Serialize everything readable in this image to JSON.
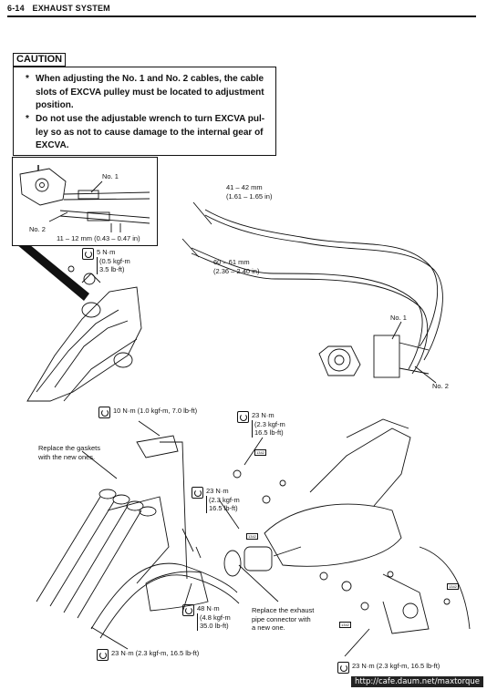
{
  "header": {
    "page_number": "6-14",
    "section_title": "EXHAUST SYSTEM"
  },
  "caution": {
    "label": "CAUTION",
    "bullets": [
      "When adjusting the No. 1 and No. 2 cables, the cable slots of EXCVA pulley must be located to adjustment position.",
      "Do not use the adjustable wrench to turn EXCVA pul-ley so as not to cause damage to the internal gear of EXCVA."
    ]
  },
  "inset": {
    "no1": "No. 1",
    "no2": "No. 2",
    "gap": "11 – 12 mm (0.43 – 0.47 in)"
  },
  "cable_dims": {
    "top": [
      "41 – 42 mm",
      "(1.61 – 1.65 in)"
    ],
    "bottom": [
      "60 – 61 mm",
      "(2.36 – 2.40 in)"
    ]
  },
  "cable_labels": {
    "no1": "No. 1",
    "no2": "No. 2"
  },
  "torque_small": [
    "5 N·m",
    "(0.5 kgf-m",
    "3.5 lb-ft)"
  ],
  "torque_top": "10 N·m (1.0 kgf-m, 7.0 lb-ft)",
  "gasket_note": [
    "Replace the gaskets",
    "with the new ones."
  ],
  "torque_mid_right": [
    "23 N·m",
    "(2.3 kgf-m",
    "16.5 lb-ft)"
  ],
  "torque_mid_left": [
    "23 N·m",
    "(2.3 kgf-m",
    "16.5 lb-ft)"
  ],
  "torque_48": [
    "48 N·m",
    "(4.8 kgf-m",
    "35.0 lb-ft)"
  ],
  "connector_note": [
    "Replace the exhaust",
    "pipe connector with",
    "a new one."
  ],
  "torque_bottom_left": "23 N·m (2.3 kgf-m, 16.5 lb-ft)",
  "torque_bottom_right": "23 N·m (2.3 kgf-m, 16.5 lb-ft)",
  "watermark": "http://cafe.daum.net/maxtorque"
}
